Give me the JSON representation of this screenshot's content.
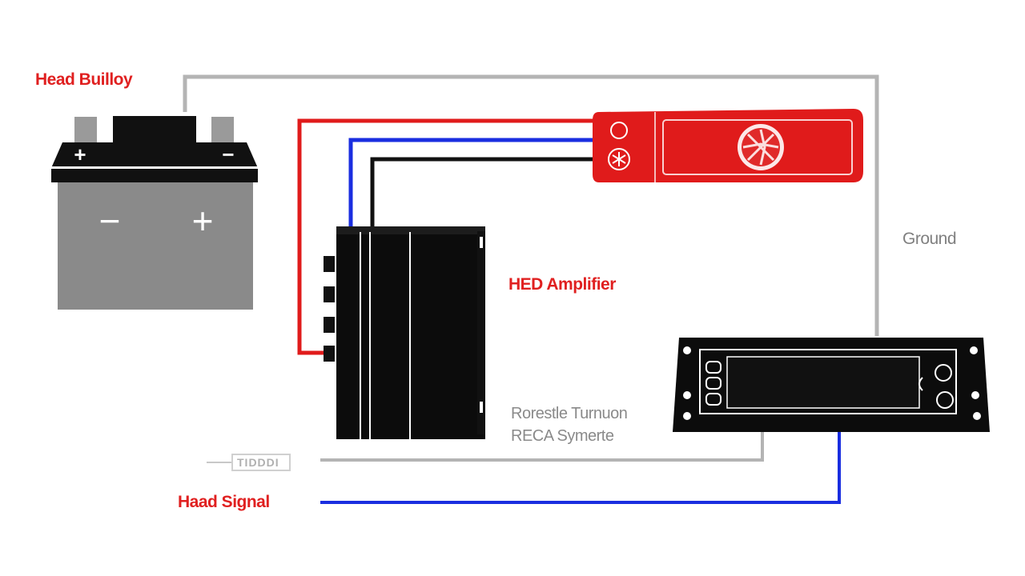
{
  "labels": {
    "battery": "Head Builloy",
    "amplifier": "HED Amplifier",
    "ground": "Ground",
    "rca_line1": "Rorestle Turnuon",
    "rca_line2": "RECA Symerte",
    "signal": "Haad Signal",
    "connector": "TIDDDI"
  },
  "battery_terminals": {
    "top_positive": "+",
    "top_negative": "−",
    "body_negative": "−",
    "body_positive": "+"
  },
  "colors": {
    "power_wire": "#e01b1b",
    "signal_wire": "#1a2ee0",
    "ground_wire": "#b4b4b4",
    "black_wire": "#111111",
    "battery_body": "#8a8a8a",
    "label_red": "#e02020",
    "label_gray": "#808080"
  }
}
